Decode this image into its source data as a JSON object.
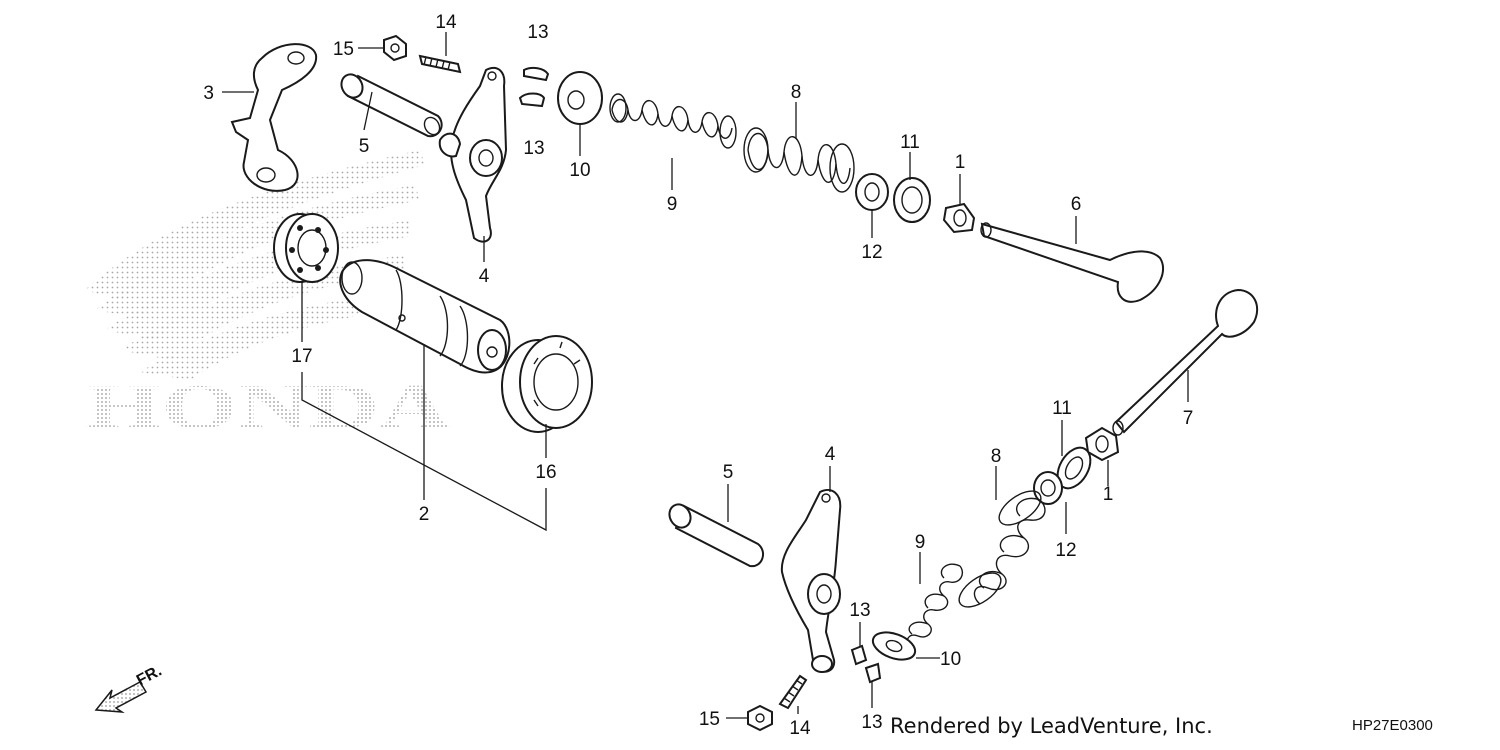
{
  "callouts": [
    {
      "id": "c1a",
      "text": "1"
    },
    {
      "id": "c1b",
      "text": "1"
    },
    {
      "id": "c2",
      "text": "2"
    },
    {
      "id": "c3",
      "text": "3"
    },
    {
      "id": "c4a",
      "text": "4"
    },
    {
      "id": "c4b",
      "text": "4"
    },
    {
      "id": "c5a",
      "text": "5"
    },
    {
      "id": "c5b",
      "text": "5"
    },
    {
      "id": "c6",
      "text": "6"
    },
    {
      "id": "c7",
      "text": "7"
    },
    {
      "id": "c8a",
      "text": "8"
    },
    {
      "id": "c8b",
      "text": "8"
    },
    {
      "id": "c9a",
      "text": "9"
    },
    {
      "id": "c9b",
      "text": "9"
    },
    {
      "id": "c10a",
      "text": "10"
    },
    {
      "id": "c10b",
      "text": "10"
    },
    {
      "id": "c11a",
      "text": "11"
    },
    {
      "id": "c11b",
      "text": "11"
    },
    {
      "id": "c12a",
      "text": "12"
    },
    {
      "id": "c12b",
      "text": "12"
    },
    {
      "id": "c13a",
      "text": "13"
    },
    {
      "id": "c13b",
      "text": "13"
    },
    {
      "id": "c13c",
      "text": "13"
    },
    {
      "id": "c13d",
      "text": "13"
    },
    {
      "id": "c14a",
      "text": "14"
    },
    {
      "id": "c14b",
      "text": "14"
    },
    {
      "id": "c15a",
      "text": "15"
    },
    {
      "id": "c15b",
      "text": "15"
    },
    {
      "id": "c16",
      "text": "16"
    },
    {
      "id": "c17",
      "text": "17"
    }
  ],
  "footer": {
    "rendered_by": "Rendered by LeadVenture, Inc.",
    "diagram_code": "HP27E0300"
  },
  "direction": {
    "label": "FR."
  },
  "watermark": {
    "brand": "HONDA"
  }
}
